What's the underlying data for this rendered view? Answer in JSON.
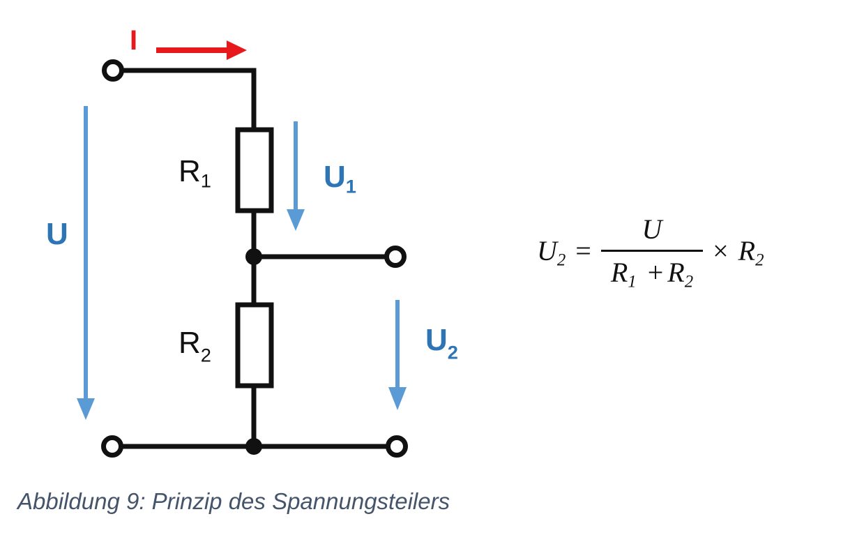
{
  "colors": {
    "wire_black": "#111111",
    "arrow_blue": "#5b9bd5",
    "label_blue": "#2e75b6",
    "current_red": "#e8191c",
    "caption_color": "#44546a",
    "background": "#ffffff"
  },
  "circuit": {
    "current_label": "I",
    "total_voltage_label": "U",
    "resistor1": {
      "symbol": "R",
      "subscript": "1"
    },
    "resistor2": {
      "symbol": "R",
      "subscript": "2"
    },
    "voltage1": {
      "symbol": "U",
      "subscript": "1"
    },
    "voltage2": {
      "symbol": "U",
      "subscript": "2"
    }
  },
  "formula": {
    "lhs_symbol": "U",
    "lhs_subscript": "2",
    "equals_sign": "=",
    "numerator": "U",
    "denominator": {
      "term1_symbol": "R",
      "term1_subscript": "1",
      "operator": "+",
      "term2_symbol": "R",
      "term2_subscript": "2"
    },
    "multiply_sign": "×",
    "result_symbol": "R",
    "result_subscript": "2"
  },
  "caption": "Abbildung 9: Prinzip des Spannungsteilers"
}
